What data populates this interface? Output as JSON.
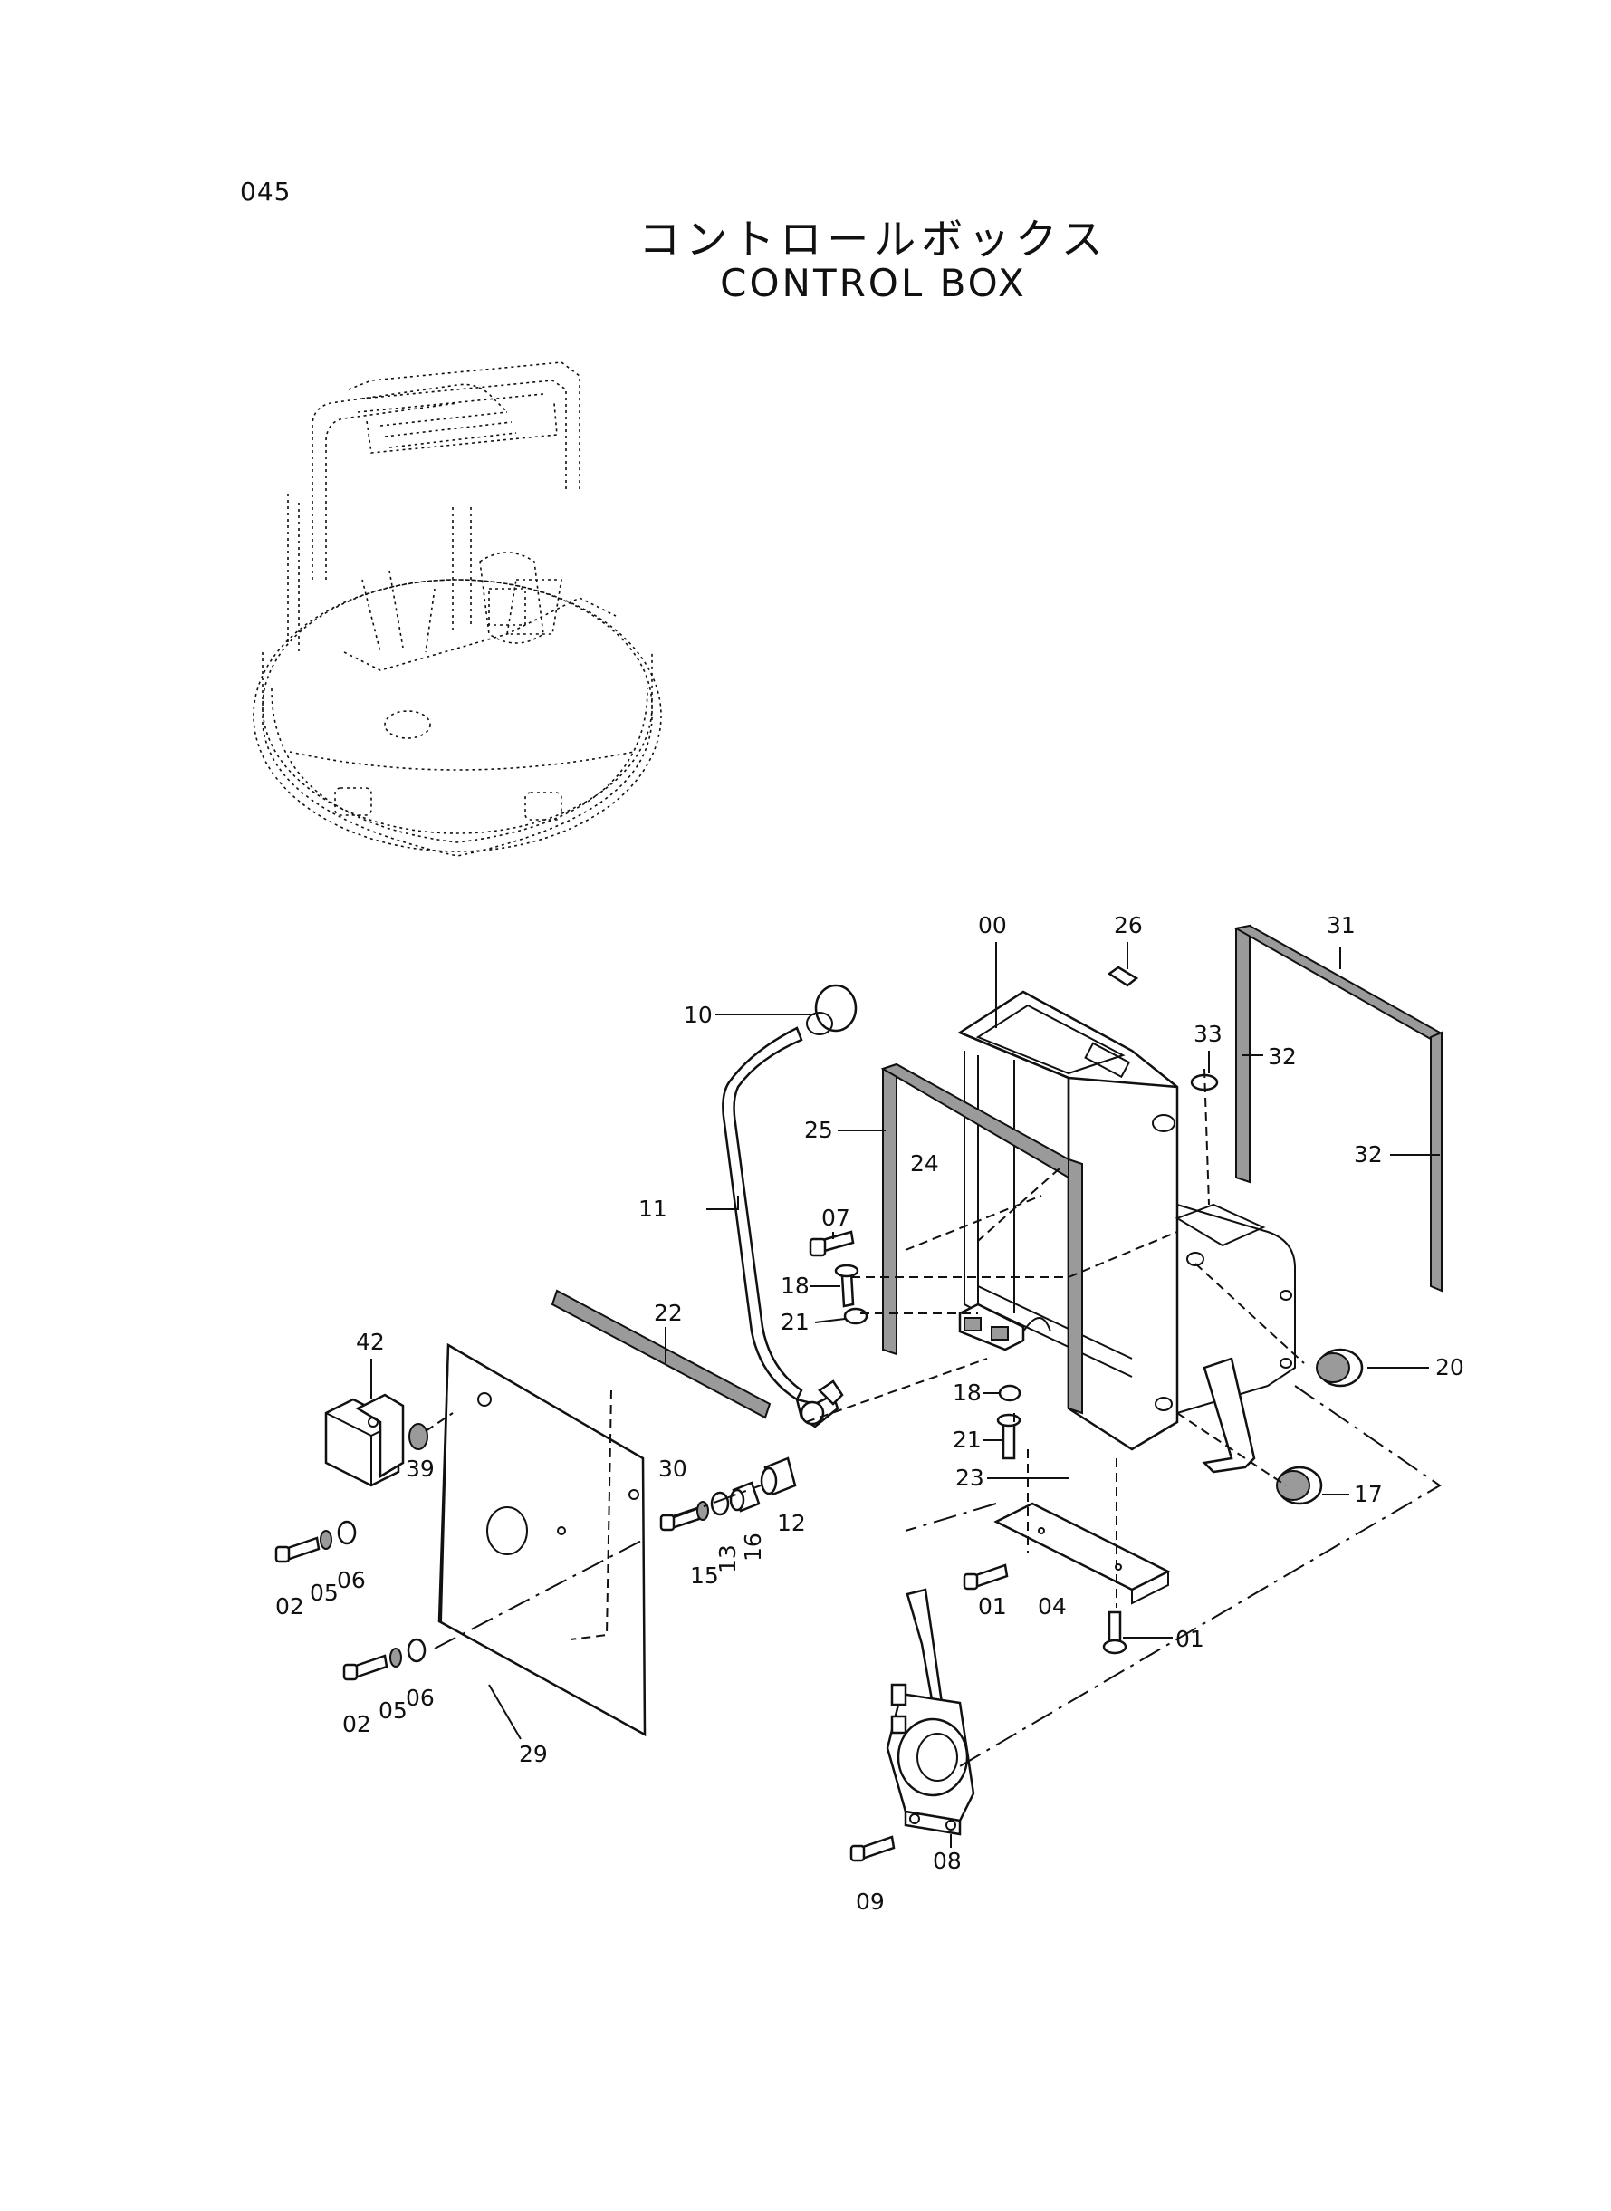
{
  "page_number": "045",
  "title_japanese": "コントロールボックス",
  "title_english": "CONTROL BOX",
  "callouts": {
    "c00": "00",
    "c26": "26",
    "c31": "31",
    "c33": "33",
    "c32a": "32",
    "c32b": "32",
    "c10": "10",
    "c25": "25",
    "c24": "24",
    "c07": "07",
    "c11": "11",
    "c18a": "18",
    "c21a": "21",
    "c22": "22",
    "c20": "20",
    "c42": "42",
    "c18b": "18",
    "c21b": "21",
    "c39": "39",
    "c30": "30",
    "c12": "12",
    "c16": "16",
    "c13": "13",
    "c15": "15",
    "c23": "23",
    "c17": "17",
    "c02a": "02",
    "c05a": "05",
    "c06a": "06",
    "c01a": "01",
    "c04": "04",
    "c01b": "01",
    "c02b": "02",
    "c05b": "05",
    "c06b": "06",
    "c29": "29",
    "c08": "08",
    "c09": "09"
  }
}
